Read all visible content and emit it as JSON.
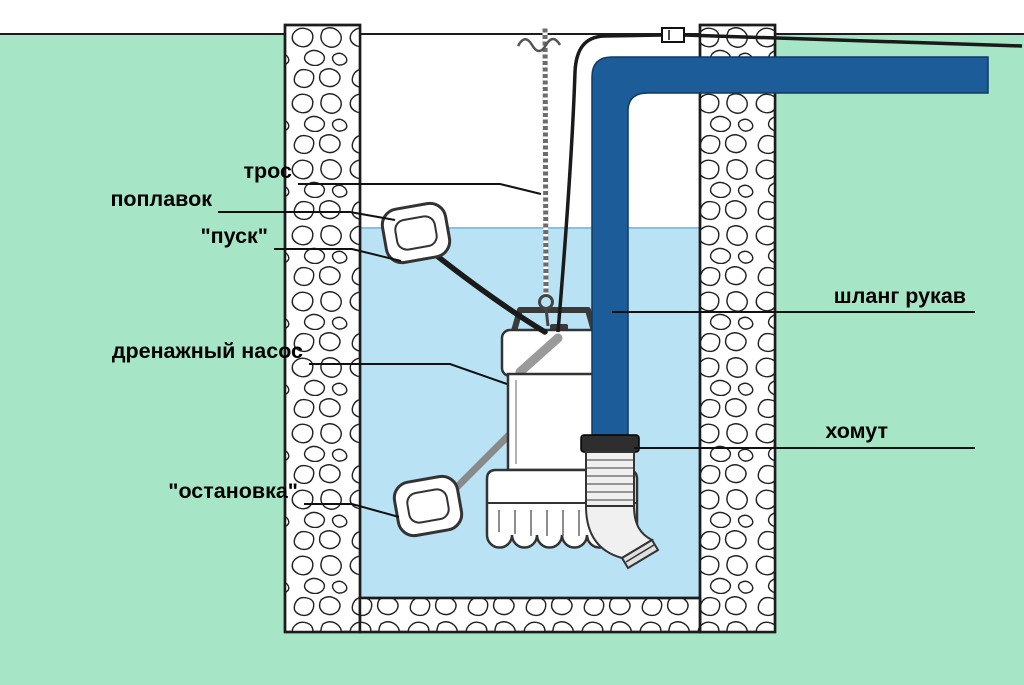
{
  "labels": {
    "tros": "трос",
    "poplavok": "поплавок",
    "pusk": "\"пуск\"",
    "pump": "дренажный насос",
    "ostanovka": "\"остановка\"",
    "hose": "шланг рукав",
    "homut": "хомут"
  },
  "colors": {
    "background": "#a6e6c7",
    "sky": "#ffffff",
    "pit_air": "#ffffff",
    "water": "#b9e2f4",
    "water_line": "#86c2de",
    "pipe": "#1c5c99",
    "cable": "#1a1a1a",
    "rope": "#6b6b6b",
    "rod": "#8a8a8a",
    "clamp": "#2e2e2e",
    "pump_fill": "#ffffff",
    "pump_outline": "#333333"
  }
}
